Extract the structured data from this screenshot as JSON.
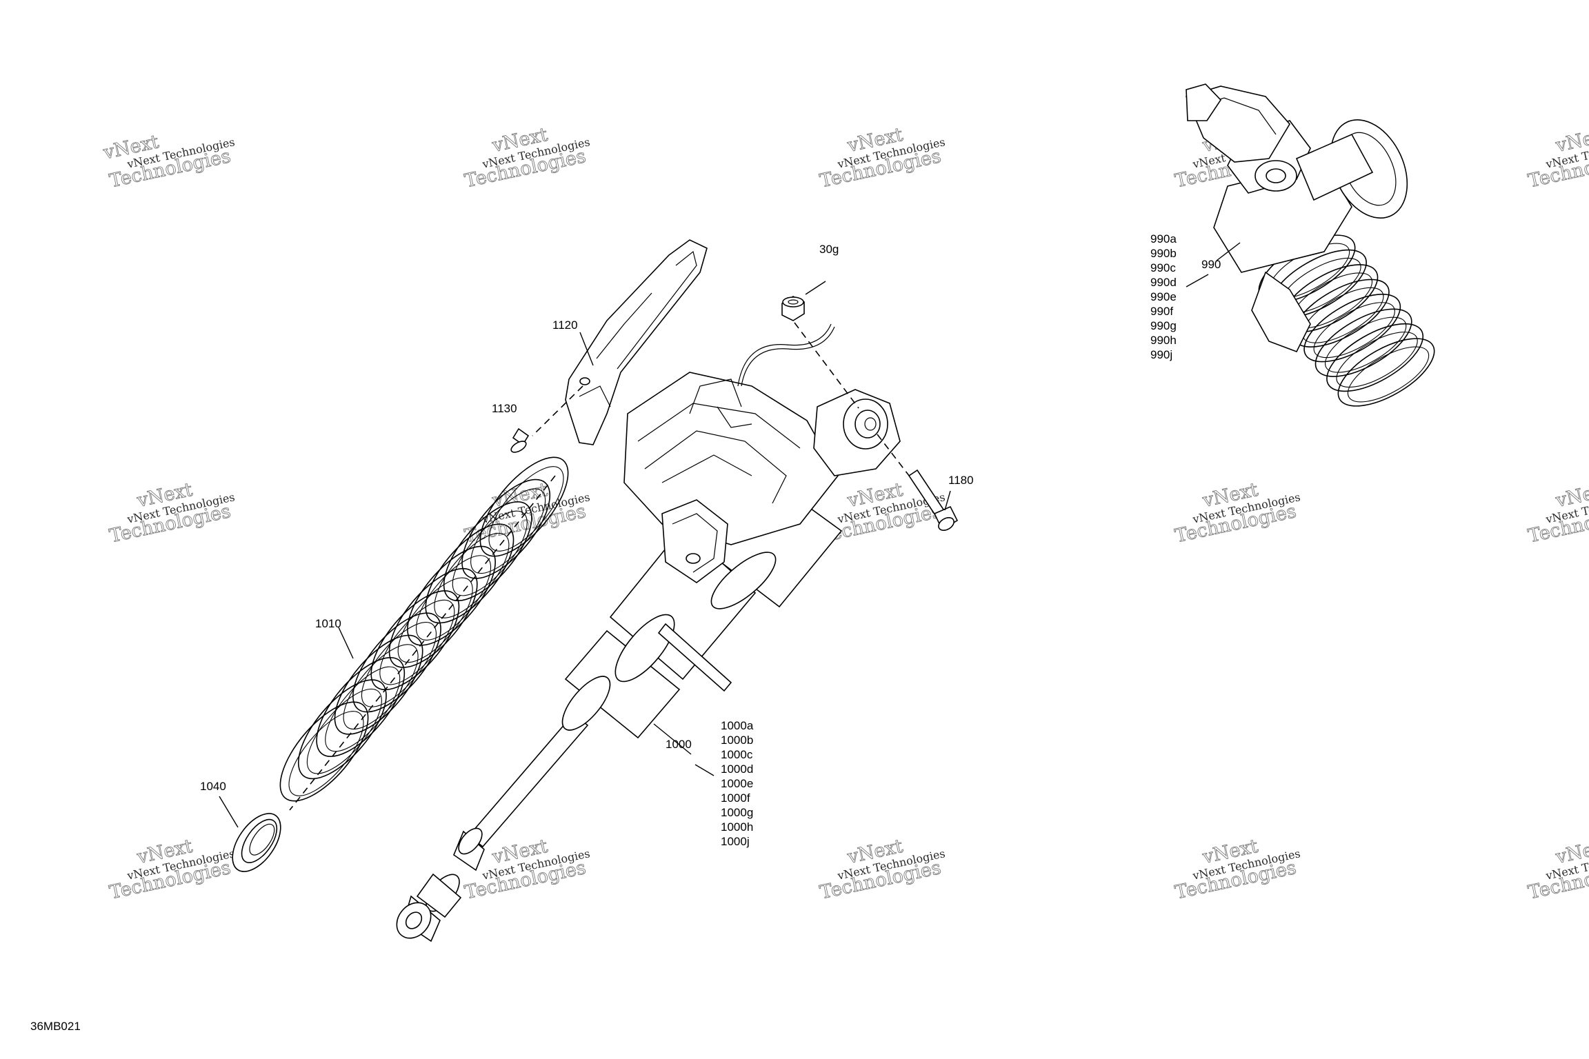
{
  "diagram": {
    "drawing_code": "36MB021",
    "watermark": {
      "line1": "vNext Technologies",
      "line2": "vNext",
      "line3": "Technologies"
    },
    "callouts": {
      "c30g": "30g",
      "c990": "990",
      "c1000": "1000",
      "c1010": "1010",
      "c1040": "1040",
      "c1120": "1120",
      "c1130": "1130",
      "c1180": "1180"
    },
    "variant_list_990": [
      "990a",
      "990b",
      "990c",
      "990d",
      "990e",
      "990f",
      "990g",
      "990h",
      "990j"
    ],
    "variant_list_1000": [
      "1000a",
      "1000b",
      "1000c",
      "1000d",
      "1000e",
      "1000f",
      "1000g",
      "1000h",
      "1000j"
    ]
  }
}
